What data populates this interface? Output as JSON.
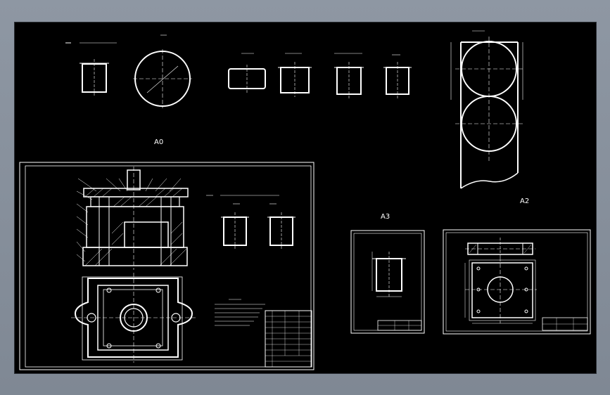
{
  "drawing": {
    "labels": {
      "a0": "A0",
      "a2": "A2",
      "a3": "A3"
    }
  }
}
